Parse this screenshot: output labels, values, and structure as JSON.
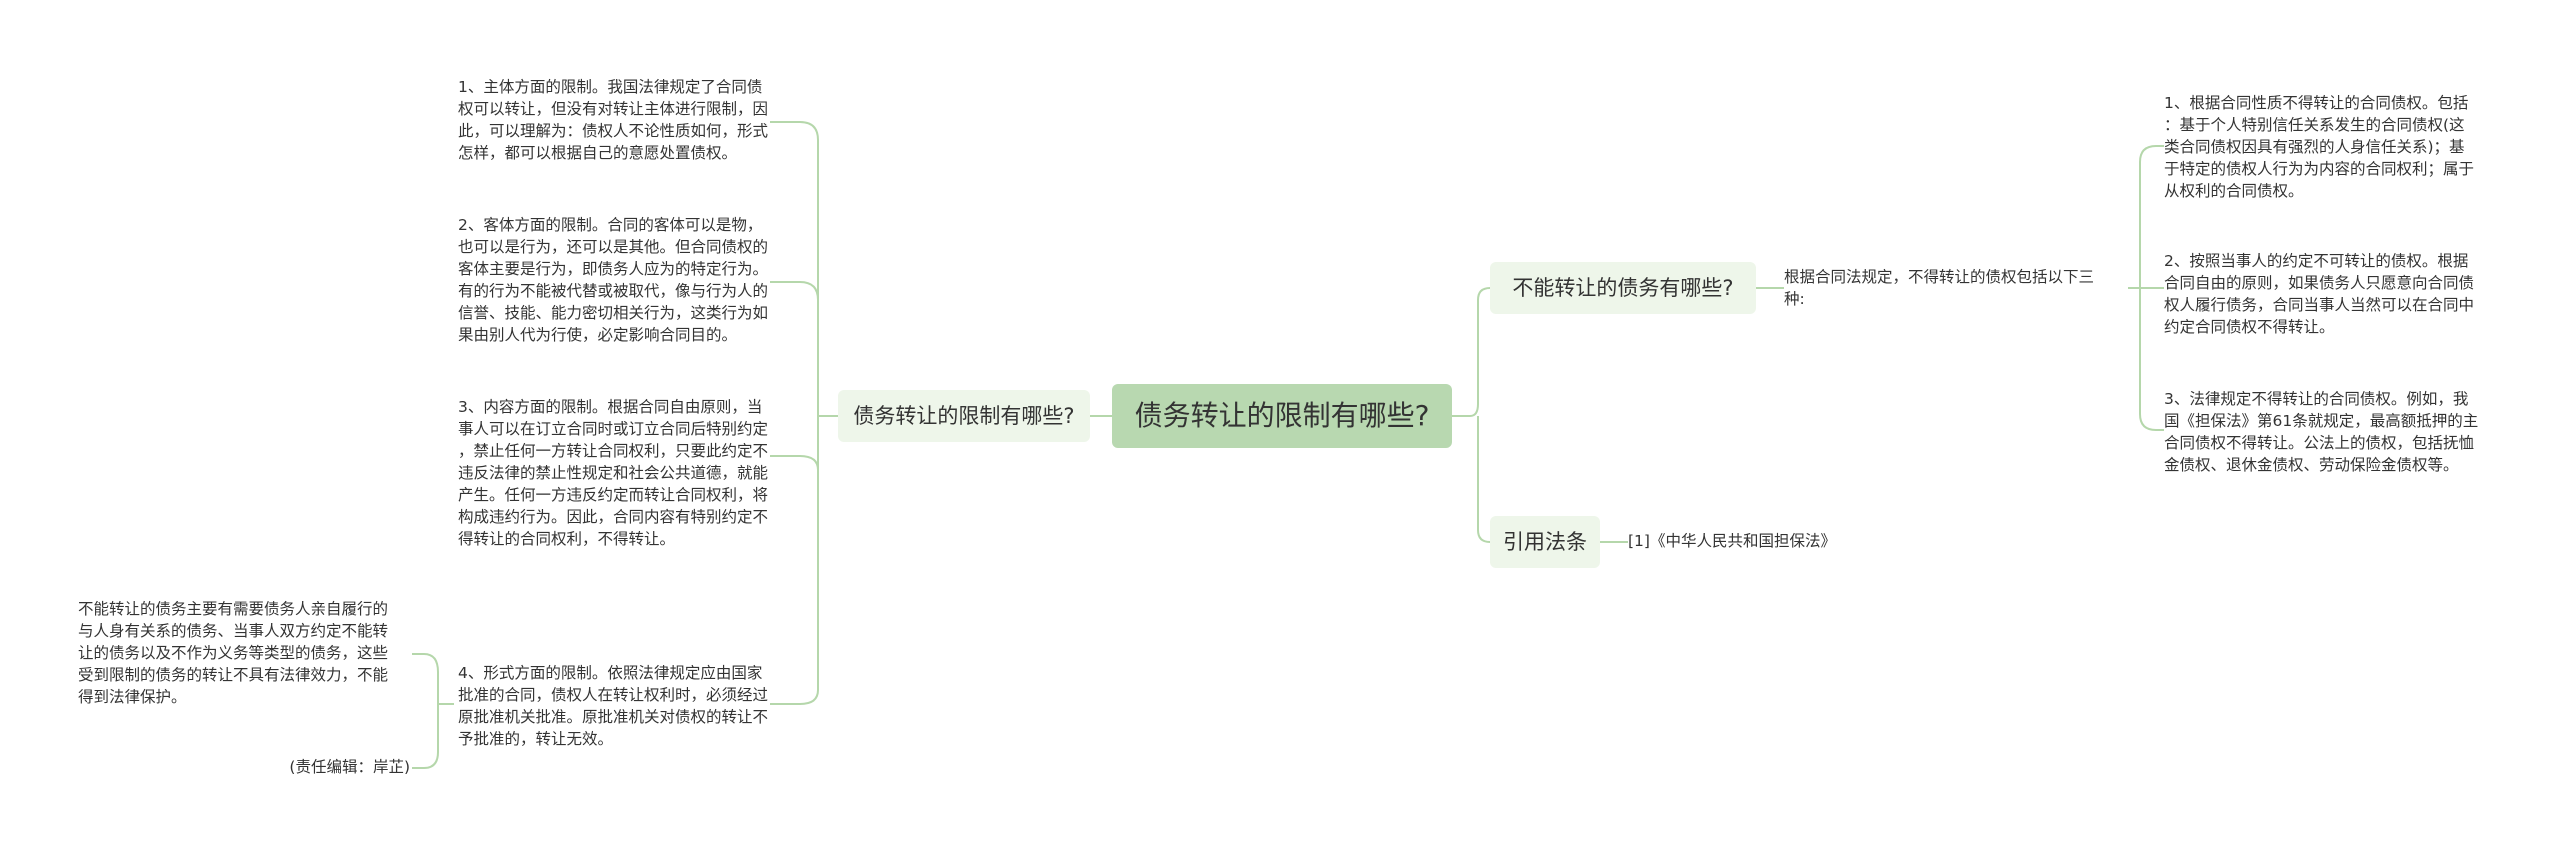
{
  "root": {
    "title": "债务转让的限制有哪些?"
  },
  "left_branch": {
    "title": "债务转让的限制有哪些?",
    "items": [
      {
        "text": "1、主体方面的限制。我国法律规定了合同债\n权可以转让，但没有对转让主体进行限制，因\n此，可以理解为：债权人不论性质如何，形式\n怎样，都可以根据自己的意愿处置债权。"
      },
      {
        "text": "2、客体方面的限制。合同的客体可以是物，\n也可以是行为，还可以是其他。但合同债权的\n客体主要是行为，即债务人应为的特定行为。\n有的行为不能被代替或被取代，像与行为人的\n信誉、技能、能力密切相关行为，这类行为如\n果由别人代为行使，必定影响合同目的。"
      },
      {
        "text": "3、内容方面的限制。根据合同自由原则，当\n事人可以在订立合同时或订立合同后特别约定\n，禁止任何一方转让合同权利，只要此约定不\n违反法律的禁止性规定和社会公共道德，就能\n产生。任何一方违反约定而转让合同权利，将\n构成违约行为。因此，合同内容有特别约定不\n得转让的合同权利，不得转让。"
      },
      {
        "text": "4、形式方面的限制。依照法律规定应由国家\n批准的合同，债权人在转让权利时，必须经过\n原批准机关批准。原批准机关对债权的转让不\n予批准的，转让无效。",
        "children": [
          {
            "text": "不能转让的债务主要有需要债务人亲自履行的\n与人身有关系的债务、当事人双方约定不能转\n让的债务以及不作为义务等类型的债务，这些\n受到限制的债务的转让不具有法律效力，不能\n得到法律保护。"
          },
          {
            "text": "(责任编辑：岸芷)"
          }
        ]
      }
    ]
  },
  "right_branches": [
    {
      "title": "不能转让的债务有哪些?",
      "sub": {
        "text": "根据合同法规定，不得转让的债权包括以下三\n种:",
        "items": [
          {
            "text": "1、根据合同性质不得转让的合同债权。包括\n：基于个人特别信任关系发生的合同债权(这\n类合同债权因具有强烈的人身信任关系)；基\n于特定的债权人行为为内容的合同权利；属于\n从权利的合同债权。"
          },
          {
            "text": "2、按照当事人的约定不可转让的债权。根据\n合同自由的原则，如果债务人只愿意向合同债\n权人履行债务，合同当事人当然可以在合同中\n约定合同债权不得转让。"
          },
          {
            "text": "3、法律规定不得转让的合同债权。例如，我\n国《担保法》第61条就规定，最高额抵押的主\n合同债权不得转让。公法上的债权，包括抚恤\n金债权、退休金债权、劳动保险金债权等。"
          }
        ]
      }
    },
    {
      "title": "引用法条",
      "sub": {
        "text": "[1]《中华人民共和国担保法》"
      }
    }
  ],
  "colors": {
    "line": "#b5d7ab",
    "root_bg": "#b8d8b0",
    "node_bg": "#eef6ea",
    "text": "#333333"
  }
}
